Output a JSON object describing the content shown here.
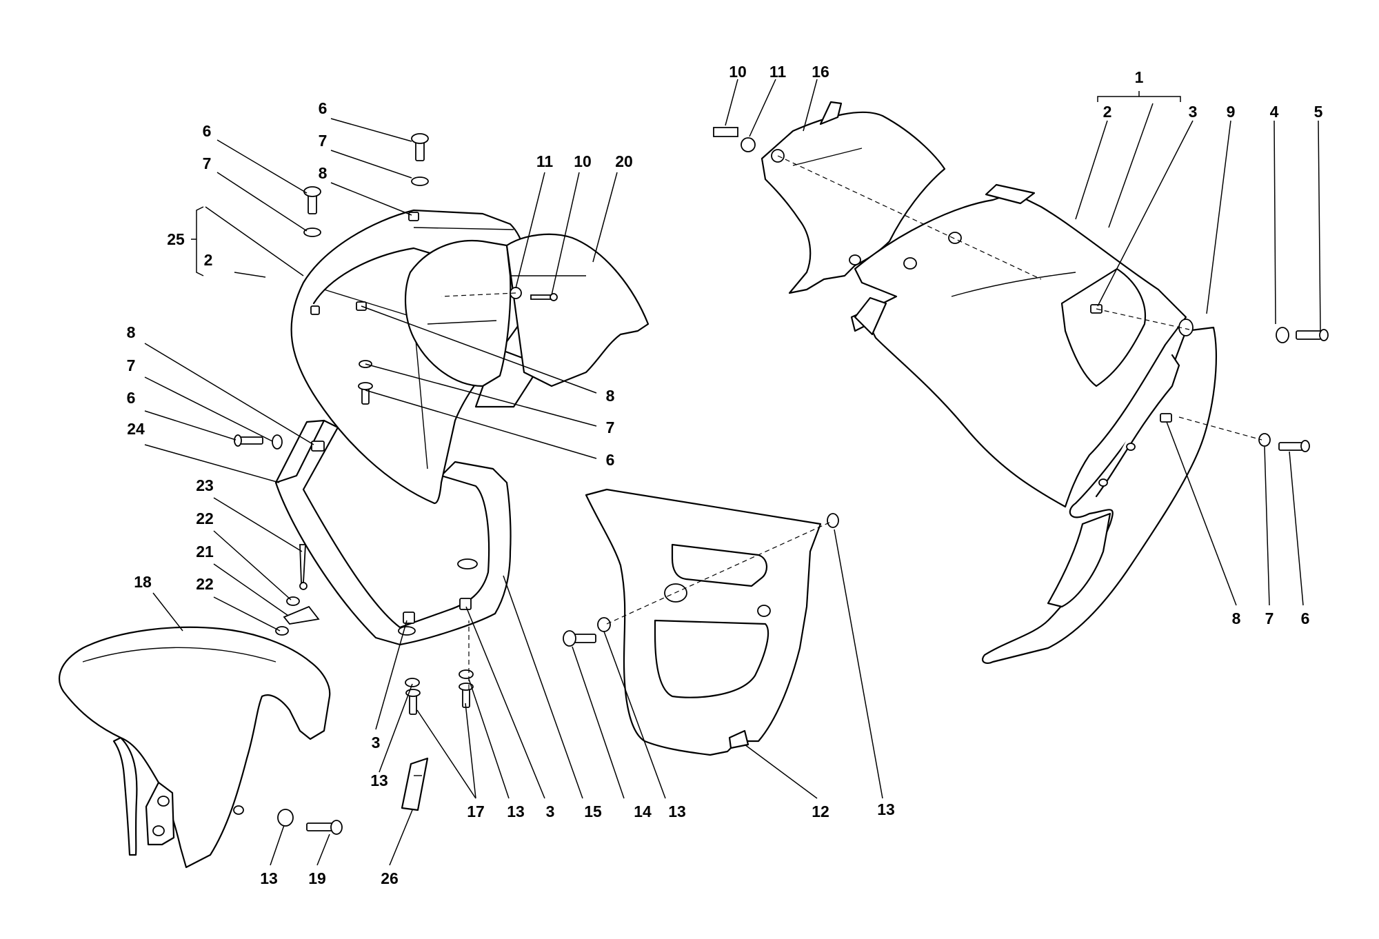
{
  "diagram": {
    "callouts": [
      {
        "id": "c-10a",
        "label": "10"
      },
      {
        "id": "c-11a",
        "label": "11"
      },
      {
        "id": "c-16",
        "label": "16"
      },
      {
        "id": "c-1",
        "label": "1"
      },
      {
        "id": "c-2a",
        "label": "2"
      },
      {
        "id": "c-3a",
        "label": "3"
      },
      {
        "id": "c-9",
        "label": "9"
      },
      {
        "id": "c-4",
        "label": "4"
      },
      {
        "id": "c-5",
        "label": "5"
      },
      {
        "id": "c-6a",
        "label": "6"
      },
      {
        "id": "c-6b",
        "label": "6"
      },
      {
        "id": "c-7a",
        "label": "7"
      },
      {
        "id": "c-7b",
        "label": "7"
      },
      {
        "id": "c-8a",
        "label": "8"
      },
      {
        "id": "c-11b",
        "label": "11"
      },
      {
        "id": "c-10b",
        "label": "10"
      },
      {
        "id": "c-20",
        "label": "20"
      },
      {
        "id": "c-25",
        "label": "25"
      },
      {
        "id": "c-2b",
        "label": "2"
      },
      {
        "id": "c-8b",
        "label": "8"
      },
      {
        "id": "c-7c",
        "label": "7"
      },
      {
        "id": "c-6c",
        "label": "6"
      },
      {
        "id": "c-24",
        "label": "24"
      },
      {
        "id": "c-8c",
        "label": "8"
      },
      {
        "id": "c-7d",
        "label": "7"
      },
      {
        "id": "c-6d",
        "label": "6"
      },
      {
        "id": "c-23",
        "label": "23"
      },
      {
        "id": "c-22a",
        "label": "22"
      },
      {
        "id": "c-21",
        "label": "21"
      },
      {
        "id": "c-22b",
        "label": "22"
      },
      {
        "id": "c-18",
        "label": "18"
      },
      {
        "id": "c-3b",
        "label": "3"
      },
      {
        "id": "c-13a",
        "label": "13"
      },
      {
        "id": "c-17",
        "label": "17"
      },
      {
        "id": "c-13b",
        "label": "13"
      },
      {
        "id": "c-3c",
        "label": "3"
      },
      {
        "id": "c-15",
        "label": "15"
      },
      {
        "id": "c-14",
        "label": "14"
      },
      {
        "id": "c-13c",
        "label": "13"
      },
      {
        "id": "c-12",
        "label": "12"
      },
      {
        "id": "c-13d",
        "label": "13"
      },
      {
        "id": "c-13e",
        "label": "13"
      },
      {
        "id": "c-19",
        "label": "19"
      },
      {
        "id": "c-26",
        "label": "26"
      },
      {
        "id": "c-8d",
        "label": "8"
      },
      {
        "id": "c-7e",
        "label": "7"
      },
      {
        "id": "c-6e",
        "label": "6"
      }
    ]
  }
}
